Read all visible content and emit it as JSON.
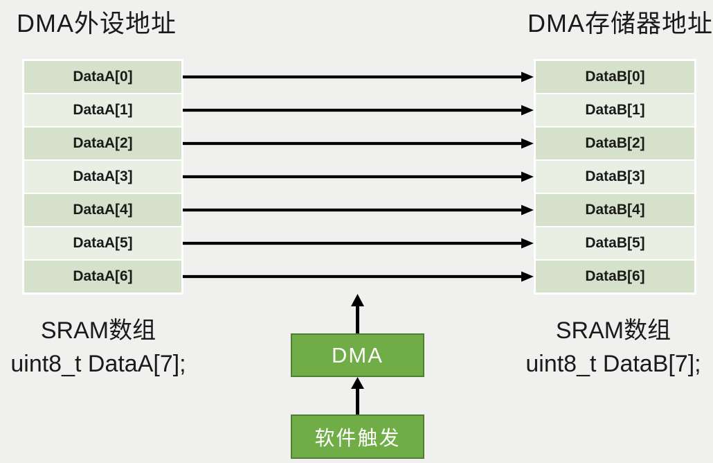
{
  "diagram": {
    "left_title": "DMA外设地址",
    "right_title": "DMA存储器地址",
    "left_rows": [
      "DataA[0]",
      "DataA[1]",
      "DataA[2]",
      "DataA[3]",
      "DataA[4]",
      "DataA[5]",
      "DataA[6]"
    ],
    "right_rows": [
      "DataB[0]",
      "DataB[1]",
      "DataB[2]",
      "DataB[3]",
      "DataB[4]",
      "DataB[5]",
      "DataB[6]"
    ],
    "left_caption": {
      "line1": "SRAM数组",
      "line2": "uint8_t DataA[7];"
    },
    "right_caption": {
      "line1": "SRAM数组",
      "line2": "uint8_t DataB[7];"
    },
    "dma_box_label": "DMA",
    "trigger_box_label": "软件触发",
    "colors": {
      "background": "#f0f0ef",
      "row_dark": "#d6e1cb",
      "row_light": "#eaefe3",
      "table_border": "#ffffff",
      "box_fill": "#70ad47",
      "box_border": "#507e32",
      "box_text": "#ffffff",
      "arrow": "#000000",
      "text": "#1a1a1a"
    }
  }
}
